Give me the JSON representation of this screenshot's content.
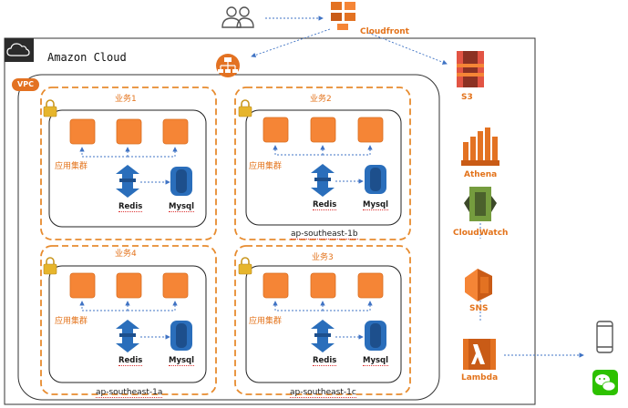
{
  "cloud": {
    "title": "Amazon Cloud",
    "vpc_label": "VPC"
  },
  "cloudfront": {
    "label": "Cloudfront"
  },
  "services": {
    "s3": "S3",
    "athena": "Athena",
    "cloudwatch": "CloudWatch",
    "sns": "SNS",
    "lambda": "Lambda"
  },
  "zones": [
    {
      "name": "业务1",
      "cluster_label": "应用集群",
      "redis_label": "Redis",
      "mysql_label": "Mysql",
      "region": ""
    },
    {
      "name": "业务2",
      "cluster_label": "应用集群",
      "redis_label": "Redis",
      "mysql_label": "Mysql",
      "region": "ap-southeast-1b"
    },
    {
      "name": "业务4",
      "cluster_label": "应用集群",
      "redis_label": "Redis",
      "mysql_label": "Mysql",
      "region": "ap-southeast-1a"
    },
    {
      "name": "业务3",
      "cluster_label": "应用集群",
      "redis_label": "Redis",
      "mysql_label": "Mysql",
      "region": "ap-southeast-1c"
    }
  ],
  "colors": {
    "aws_orange": "#e37222",
    "instance_orange": "#f58536",
    "s3_red": "#e25444",
    "cloudwatch_green": "#759c3e",
    "redis_blue": "#2a6ebb",
    "dashed_blue": "#3f73c4",
    "wechat_green": "#2dc100"
  },
  "icons": [
    "users-icon",
    "cloudfront-icon",
    "load-balancer-icon",
    "s3-icon",
    "athena-icon",
    "cloudwatch-icon",
    "sns-icon",
    "lambda-icon",
    "mobile-phone-icon",
    "wechat-icon",
    "lock-icon",
    "redis-icon",
    "mysql-icon",
    "ec2-instance-icon"
  ]
}
